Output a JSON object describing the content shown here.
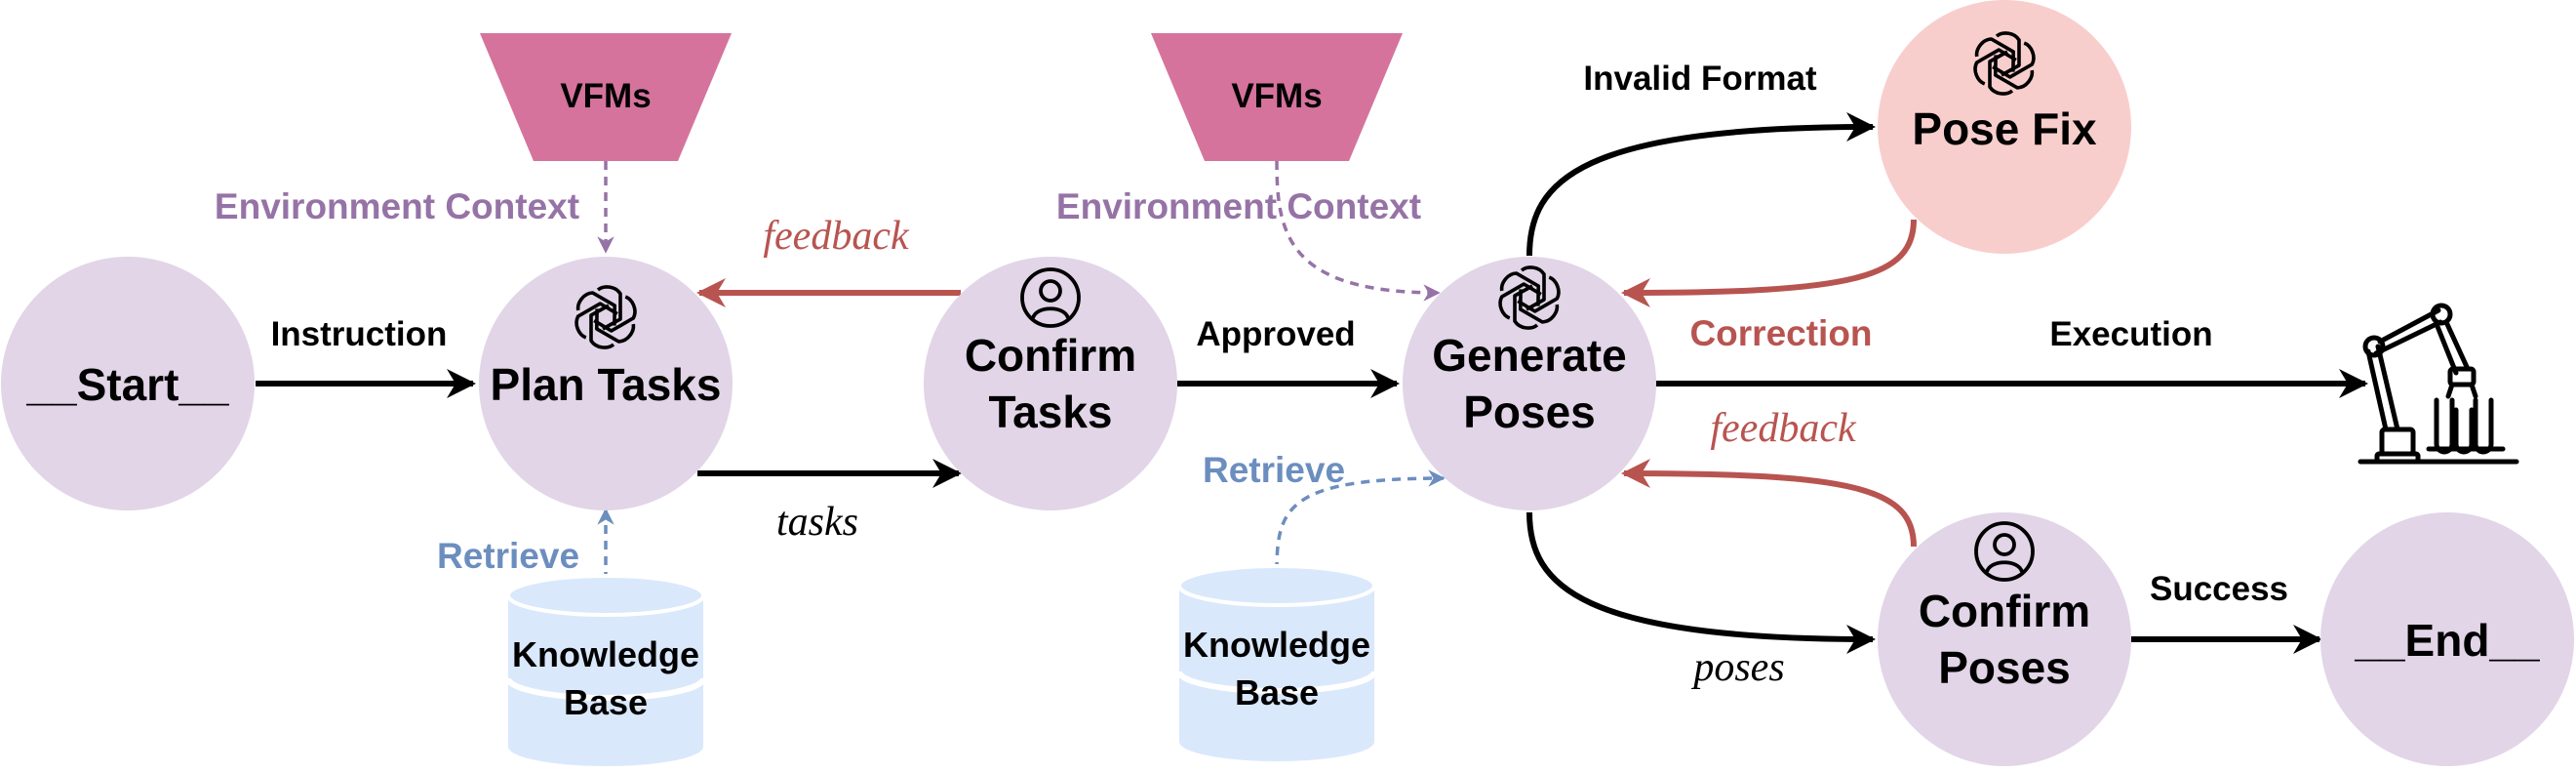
{
  "colors": {
    "node_fill": "#e1d5e7",
    "posefix_fill": "#f8cecc",
    "vfm_fill": "#d5739d",
    "kb_fill": "#dae8fc",
    "arrow_black": "#000000",
    "feedback_red": "#b85450",
    "context_purple": "#9673a6",
    "retrieve_blue": "#6c8ebf"
  },
  "nodes": {
    "start": "__Start__",
    "plan_tasks": "Plan Tasks",
    "confirm_tasks": [
      "Confirm",
      "Tasks"
    ],
    "generate_poses": [
      "Generate",
      "Poses"
    ],
    "pose_fix": "Pose Fix",
    "confirm_poses": [
      "Confirm",
      "Poses"
    ],
    "end": "__End__"
  },
  "vfms": [
    "VFMs",
    "VFMs"
  ],
  "knowledge_base": [
    "Knowledge",
    "Base"
  ],
  "edges": {
    "instruction": "Instruction",
    "tasks": "tasks",
    "feedback": "feedback",
    "approved": "Approved",
    "environment_context": "Environment Context",
    "retrieve": "Retrieve",
    "invalid_format": "Invalid Format",
    "correction": "Correction",
    "execution": "Execution",
    "poses": "poses",
    "success": "Success"
  },
  "icons": [
    "openai-icon",
    "user-icon",
    "robot-arm-icon"
  ]
}
